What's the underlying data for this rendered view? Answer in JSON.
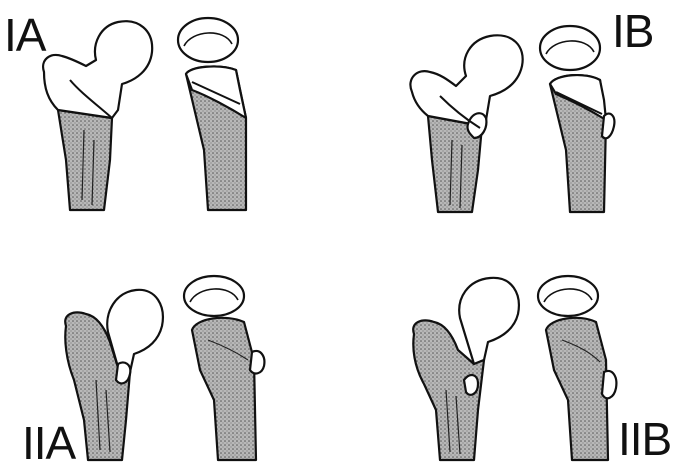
{
  "figure": {
    "panels": [
      {
        "id": "IA",
        "label": "IA"
      },
      {
        "id": "IB",
        "label": "IB"
      },
      {
        "id": "IIA",
        "label": "IIA"
      },
      {
        "id": "IIB",
        "label": "IIB"
      }
    ]
  },
  "colors": {
    "ink": "#111111",
    "shaft_shading": "#9a9a9a",
    "background": "#ffffff"
  }
}
